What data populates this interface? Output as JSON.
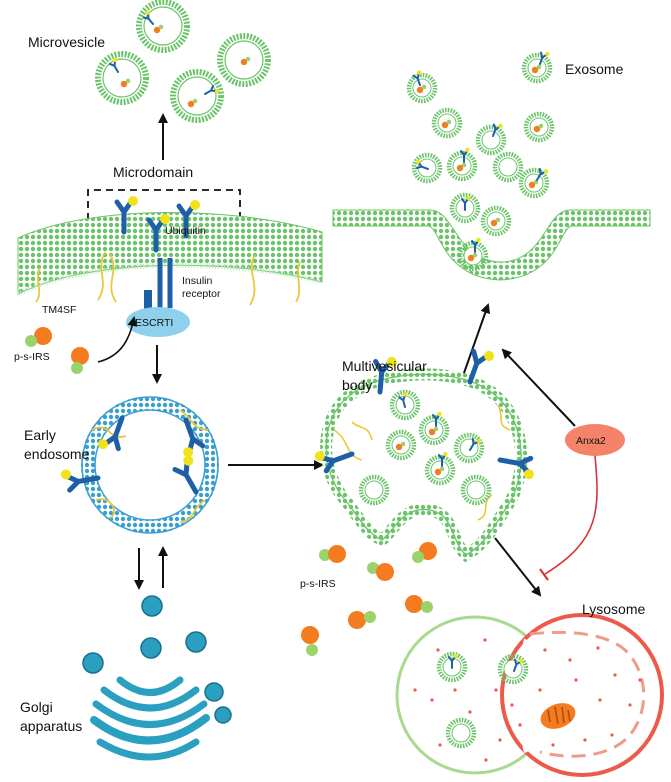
{
  "labels": {
    "microvesicle": "Microvesicle",
    "microdomain": "Microdomain",
    "ubiquitin": "Ubiquitin",
    "insulin_line1": "Insulin",
    "insulin_line2": "receptor",
    "tm4sf": "TM4SF",
    "escrt": "ESCRTI",
    "psirs_left": "p-s-IRS",
    "early_line1": "Early",
    "early_line2": "endosome",
    "golgi_line1": "Golgi",
    "golgi_line2": "apparatus",
    "exosome": "Exosome",
    "mvb_line1": "Multivesicular",
    "mvb_line2": "body",
    "anxa2": "Anxa2",
    "psirs_right": "p-s-IRS",
    "lysosome": "Lysosome"
  },
  "colors": {
    "membrane_green": "#6cc46a",
    "membrane_light": "#bfe7bc",
    "endosome_blue": "#3a9fd0",
    "receptor_blue": "#1f5fa8",
    "escrt_fill": "#8fd0ec",
    "ubiquitin_yellow": "#f2e21b",
    "psirs_orange": "#f47b20",
    "psirs_green": "#9bd36a",
    "tm4sf_yellow": "#e9c83a",
    "golgi_teal": "#2a9fc0",
    "anxa2_fill": "#f5836a",
    "inhibit_red": "#d8343a",
    "lysosome_red": "#ee5a4a",
    "lysosome_green": "#a8d98f"
  },
  "icons": [
    "arrow-icon",
    "inhibition-arrow-icon",
    "receptor-icon",
    "ubiquitin-icon",
    "vesicle-icon",
    "mitochondrion-icon"
  ]
}
